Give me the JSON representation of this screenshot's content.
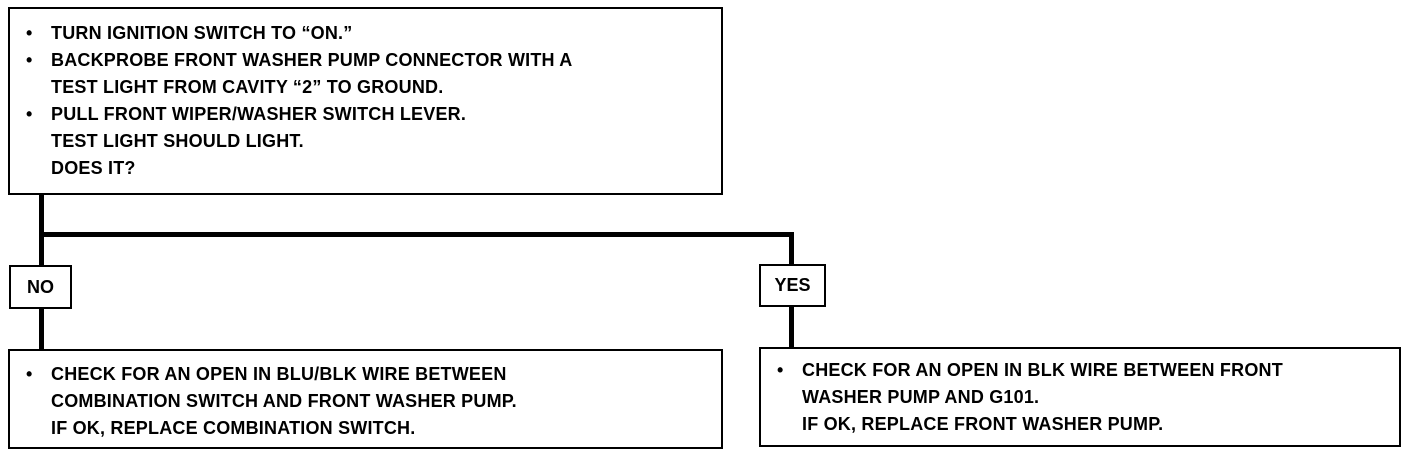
{
  "top_box": {
    "items": [
      {
        "bullet": "•",
        "lines": [
          "TURN IGNITION SWITCH TO “ON.”"
        ]
      },
      {
        "bullet": "•",
        "lines": [
          "BACKPROBE FRONT WASHER PUMP CONNECTOR WITH A",
          "TEST LIGHT FROM CAVITY “2” TO GROUND."
        ]
      },
      {
        "bullet": "•",
        "lines": [
          "PULL FRONT WIPER/WASHER SWITCH LEVER.",
          "TEST LIGHT SHOULD LIGHT.",
          "DOES IT?"
        ]
      }
    ]
  },
  "no_label": "NO",
  "yes_label": "YES",
  "no_box": {
    "bullet": "•",
    "lines": [
      "CHECK FOR AN OPEN IN BLU/BLK WIRE BETWEEN",
      "COMBINATION SWITCH AND FRONT WASHER PUMP.",
      "IF OK, REPLACE COMBINATION  SWITCH."
    ]
  },
  "yes_box": {
    "bullet": "•",
    "lines": [
      "CHECK FOR AN OPEN IN BLK WIRE BETWEEN FRONT",
      "WASHER PUMP AND G101.",
      "IF OK, REPLACE FRONT WASHER PUMP."
    ]
  }
}
